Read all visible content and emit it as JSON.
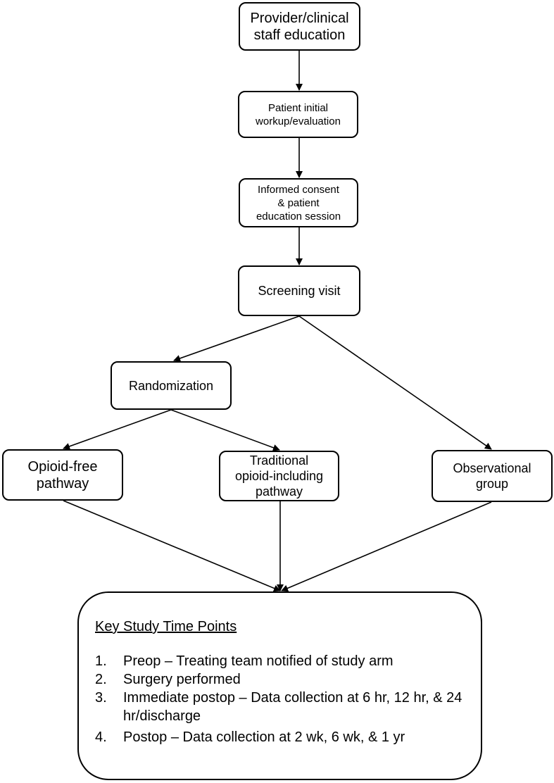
{
  "nodes": {
    "provider": [
      "Provider/clinical",
      "staff education"
    ],
    "workup": [
      "Patient initial",
      "workup/evaluation"
    ],
    "consent": [
      "Informed consent",
      "& patient",
      "education session"
    ],
    "screening": [
      "Screening visit"
    ],
    "randomization": [
      "Randomization"
    ],
    "opioid_free": [
      "Opioid-free",
      "pathway"
    ],
    "traditional": [
      "Traditional",
      "opioid-including",
      "pathway"
    ],
    "observational": [
      "Observational",
      "group"
    ]
  },
  "key_points": {
    "title": "Key Study Time Points",
    "items": [
      {
        "num": "1.",
        "text": "Preop – Treating team notified of study arm"
      },
      {
        "num": "2.",
        "text": "Surgery performed"
      },
      {
        "num": "3.",
        "text": "Immediate postop – Data collection at 6 hr, 12 hr, & 24 hr/discharge"
      },
      {
        "num": "4.",
        "text": "Postop – Data collection at 2 wk, 6 wk, & 1 yr"
      }
    ]
  }
}
